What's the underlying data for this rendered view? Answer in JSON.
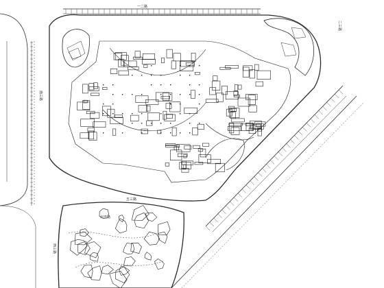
{
  "drawing": {
    "labels": {
      "road_top": "一二路",
      "road_right": "二三路",
      "road_left": "南三路",
      "road_bottom_mid": "五三路",
      "road_bottom_left": "北环路",
      "road_lower_left": "西三路"
    }
  }
}
